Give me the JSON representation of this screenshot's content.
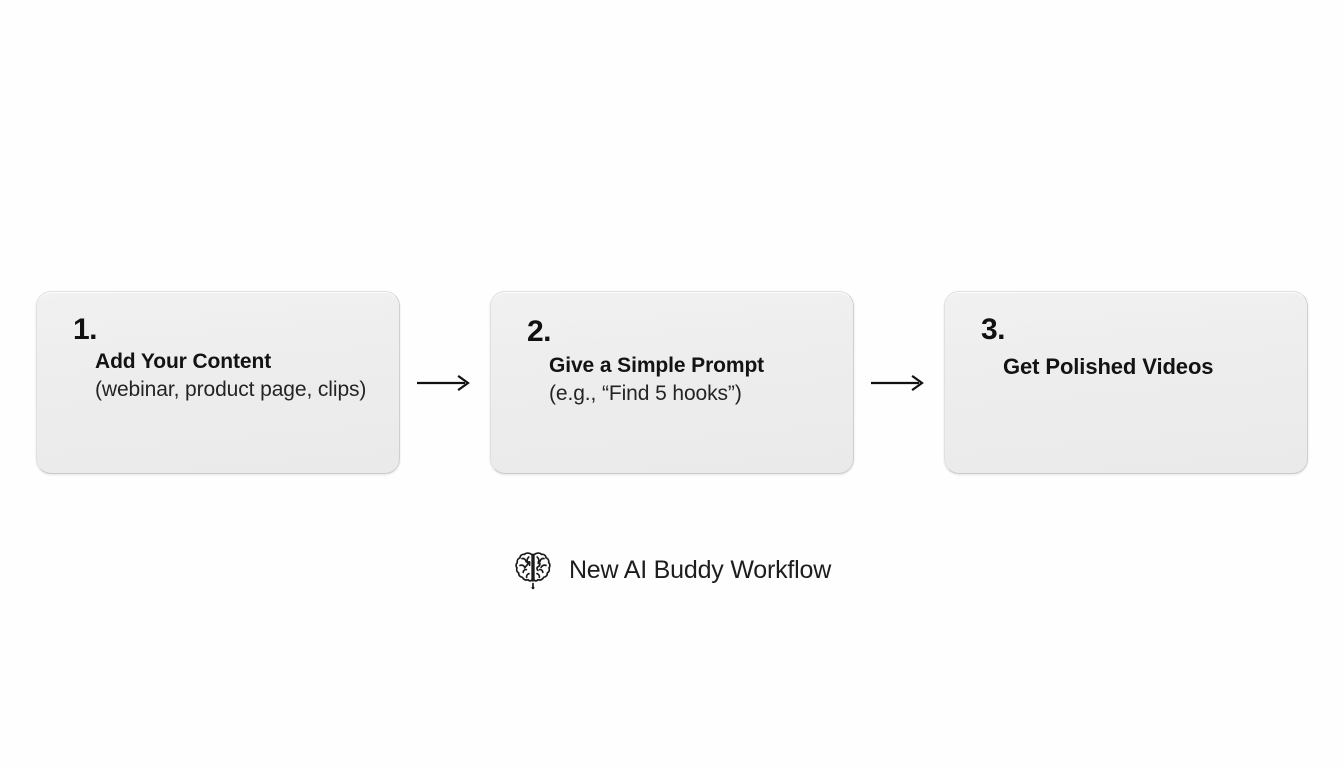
{
  "page": {
    "background_color": "#fefefe",
    "title": "New AI Buddy Workflow"
  },
  "steps": [
    {
      "number": "1.",
      "title": "Add Your Content",
      "subtitle": "(webinar, product page, clips)"
    },
    {
      "number": "2.",
      "title": "Give a Simple Prompt",
      "subtitle": "(e.g., “Find 5 hooks”)"
    },
    {
      "number": "3.",
      "title": "Get Polished Videos",
      "subtitle": ""
    }
  ],
  "connectors": [
    {
      "icon": "arrow-right-icon"
    },
    {
      "icon": "arrow-right-icon"
    }
  ],
  "caption": {
    "icon": "brain-icon",
    "label": "New AI Buddy Workflow",
    "text_color": "#1d1d1d"
  },
  "style": {
    "card_background": "#ededed",
    "card_border": "#e0e0e0",
    "number_color": "#111111",
    "title_color": "#131313",
    "subtitle_color": "#242424",
    "arrow_color": "#111111",
    "card_radius": "15px"
  }
}
